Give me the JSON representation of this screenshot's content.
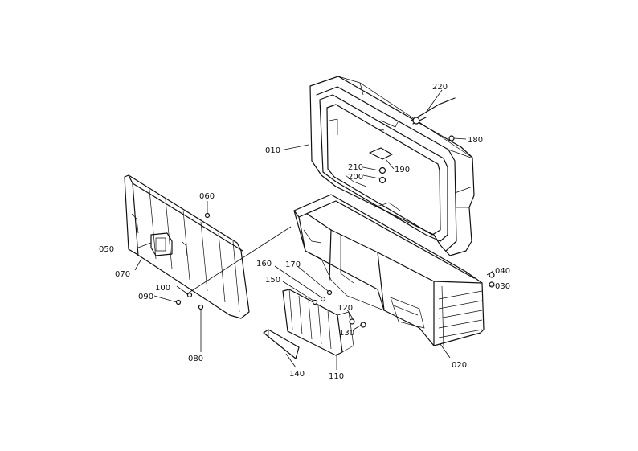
{
  "callouts": {
    "c010": "010",
    "c020": "020",
    "c030": "030",
    "c040": "040",
    "c050": "050",
    "c060": "060",
    "c070": "070",
    "c080": "080",
    "c090": "090",
    "c100": "100",
    "c110": "110",
    "c120": "120",
    "c130": "130",
    "c140": "140",
    "c150": "150",
    "c160": "160",
    "c170": "170",
    "c180": "180",
    "c190": "190",
    "c200": "200",
    "c210": "210",
    "c220": "220"
  },
  "colors": {
    "line": "#111111",
    "background": "#ffffff"
  }
}
